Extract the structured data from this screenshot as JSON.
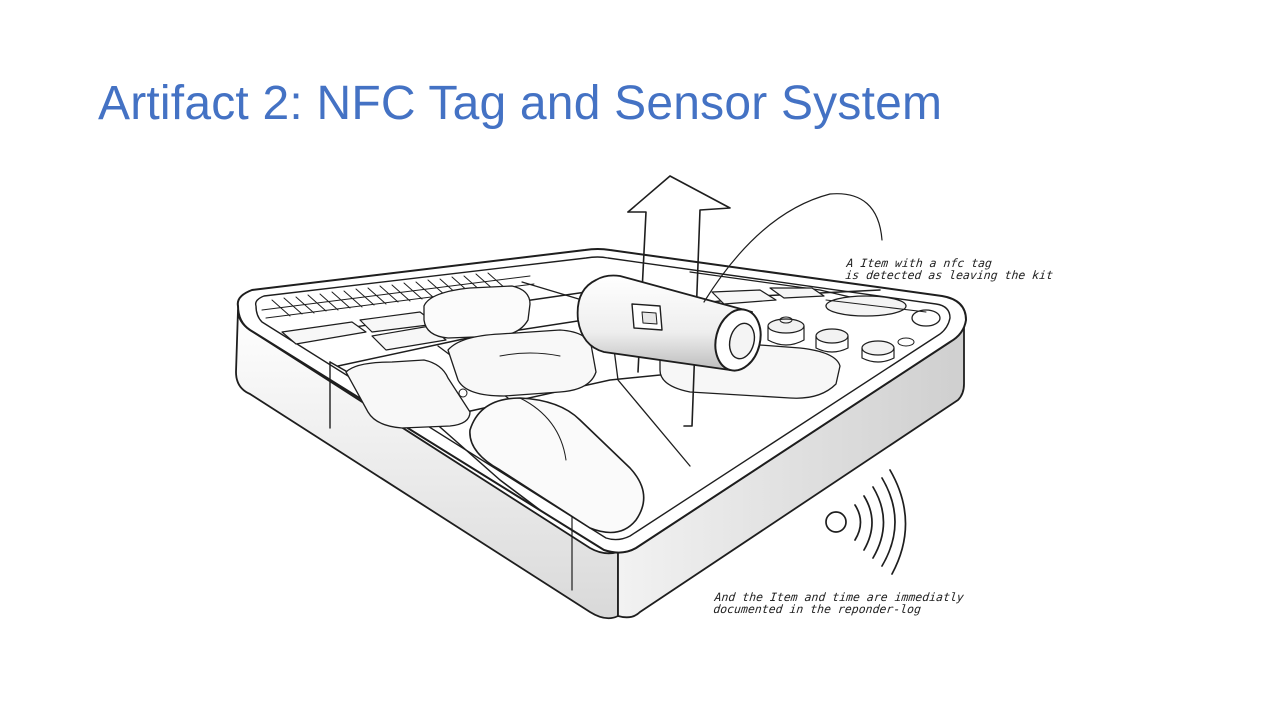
{
  "slide": {
    "title": "Artifact 2: NFC Tag and Sensor System",
    "accent_color": "#4472c4",
    "illustration": {
      "icons": [
        "medical-kit-tray-sketch",
        "upward-arrow-icon",
        "cylinder-item-with-nfc-tag",
        "wireless-signal-icon"
      ]
    },
    "annotations": {
      "item_detected": {
        "line1": "A Item with a nfc tag",
        "line2": "is detected as leaving the kit"
      },
      "logged": {
        "line1": "And the Item and time are immediatly",
        "line2": "documented in the reponder-log"
      }
    }
  }
}
